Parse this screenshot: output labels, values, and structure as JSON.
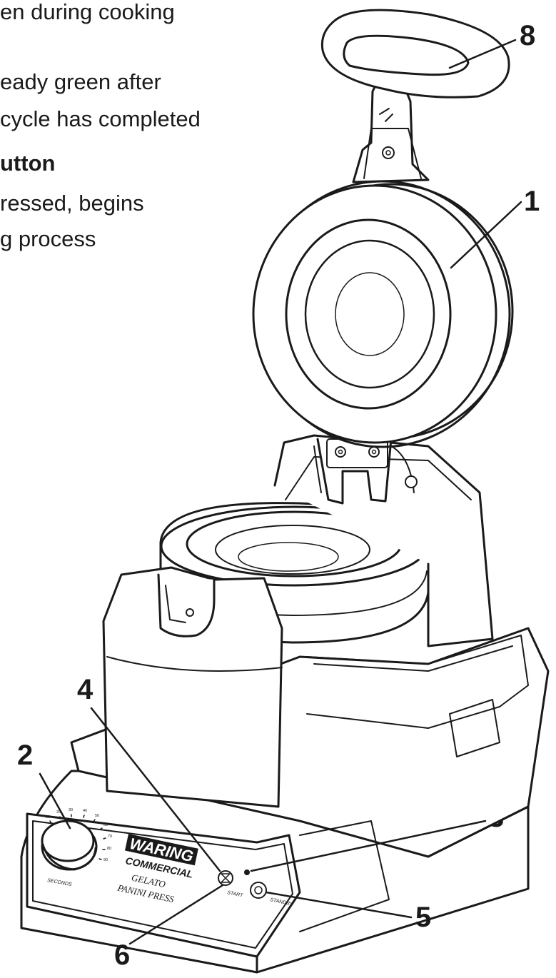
{
  "text_lines": [
    "en during cooking",
    "eady green after",
    "cycle has completed",
    "utton",
    "ressed, begins",
    "g process"
  ],
  "callouts": [
    "8",
    "1",
    "4",
    "2",
    "3",
    "5",
    "6"
  ],
  "panel": {
    "brand_top": "WARING",
    "brand_bottom": "COMMERCIAL",
    "product_line1": "GELATO",
    "product_line2": "PANINI PRESS",
    "dial_label": "SECONDS",
    "start_label": "START",
    "standby_label": "STANDBY",
    "dial_ticks": [
      "10",
      "20",
      "30",
      "40",
      "50",
      "60",
      "70",
      "80",
      "90"
    ]
  }
}
